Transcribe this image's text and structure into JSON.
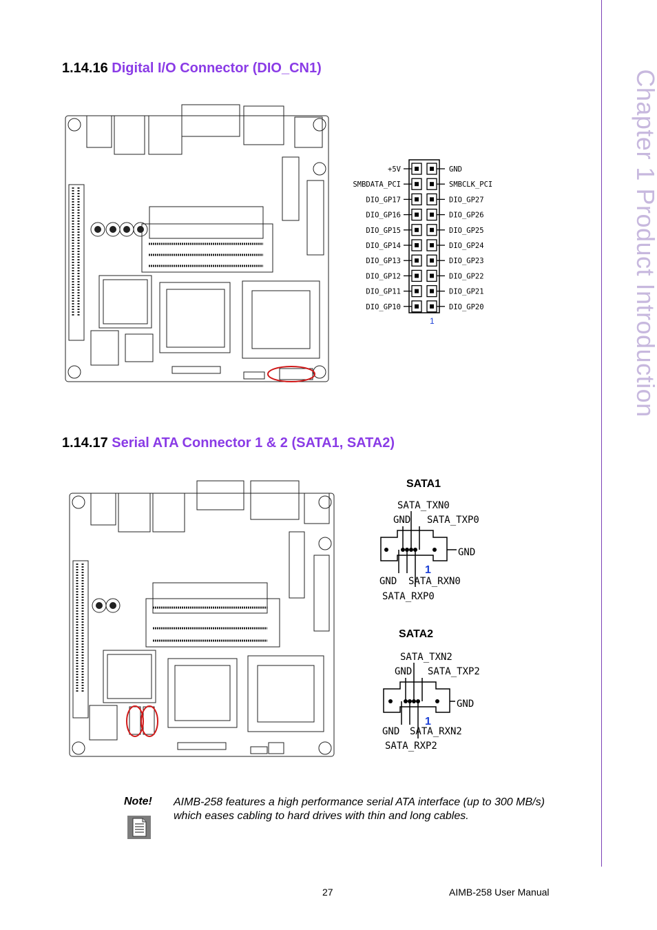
{
  "sidebar": {
    "chapter_label": "Chapter 1  Product Introduction"
  },
  "section1": {
    "number": "1.14.16",
    "title": "Digital I/O Connector (DIO_CN1)",
    "pin_one": "1",
    "left_pins": [
      "+5V",
      "SMBDATA_PCI",
      "DIO_GP17",
      "DIO_GP16",
      "DIO_GP15",
      "DIO_GP14",
      "DIO_GP13",
      "DIO_GP12",
      "DIO_GP11",
      "DIO_GP10"
    ],
    "right_pins": [
      "GND",
      "SMBCLK_PCI",
      "DIO_GP27",
      "DIO_GP26",
      "DIO_GP25",
      "DIO_GP24",
      "DIO_GP23",
      "DIO_GP22",
      "DIO_GP21",
      "DIO_GP20"
    ]
  },
  "section2": {
    "number": "1.14.17",
    "title": "Serial ATA Connector 1 & 2 (SATA1, SATA2)",
    "sata1": {
      "title": "SATA1",
      "top1": "SATA_TXN0",
      "top2_gnd": "GND",
      "top2_sig": "SATA_TXP0",
      "right": "GND",
      "pin_one": "1",
      "bot1_gnd": "GND",
      "bot1_sig": "SATA_RXN0",
      "bot2": "SATA_RXP0"
    },
    "sata2": {
      "title": "SATA2",
      "top1": "SATA_TXN2",
      "top2_gnd": "GND",
      "top2_sig": "SATA_TXP2",
      "right": "GND",
      "pin_one": "1",
      "bot1_gnd": "GND",
      "bot1_sig": "SATA_RXN2",
      "bot2": "SATA_RXP2"
    }
  },
  "note": {
    "label": "Note!",
    "text": "AIMB-258 features a high performance serial ATA interface (up to 300 MB/s) which eases cabling to hard drives with thin and long cables."
  },
  "footer": {
    "page_number": "27",
    "manual_name": "AIMB-258 User Manual"
  },
  "colors": {
    "heading_accent": "#8a3be6",
    "rule": "#7b3fb6",
    "sidebar_text": "#c7b8de",
    "highlight": "#d01818",
    "pin_one": "#1a3fd6"
  }
}
